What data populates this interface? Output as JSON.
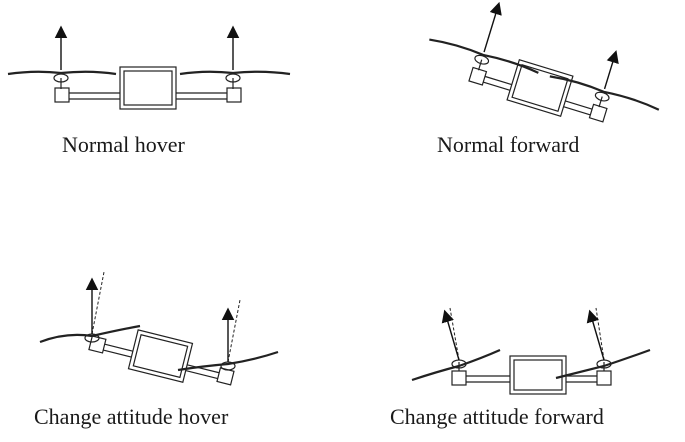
{
  "panels": [
    {
      "caption": "Normal hover"
    },
    {
      "caption": "Normal forward"
    },
    {
      "caption": "Change attitude hover"
    },
    {
      "caption": "Change attitude forward"
    }
  ]
}
